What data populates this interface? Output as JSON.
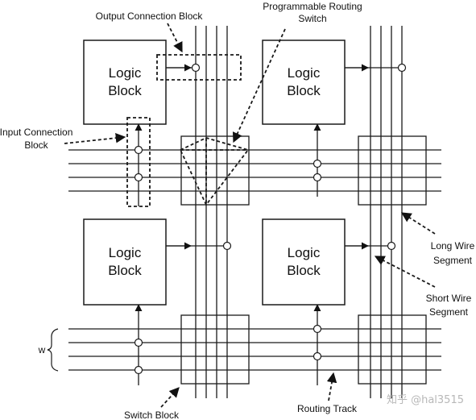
{
  "blocks": {
    "logic_line1": "Logic",
    "logic_line2": "Block"
  },
  "labels": {
    "output_connection_block": "Output Connection Block",
    "programmable_routing_switch_line1": "Programmable Routing",
    "programmable_routing_switch_line2": "Switch",
    "input_connection_block_line1": "Input Connection",
    "input_connection_block_line2": "Block",
    "long_wire_segment_line1": "Long Wire",
    "long_wire_segment_line2": "Segment",
    "short_wire_segment_line1": "Short Wire",
    "short_wire_segment_line2": "Segment",
    "w": "w",
    "switch_block": "Switch Block",
    "routing_track": "Routing Track"
  },
  "watermark": "知乎 @hal3515"
}
